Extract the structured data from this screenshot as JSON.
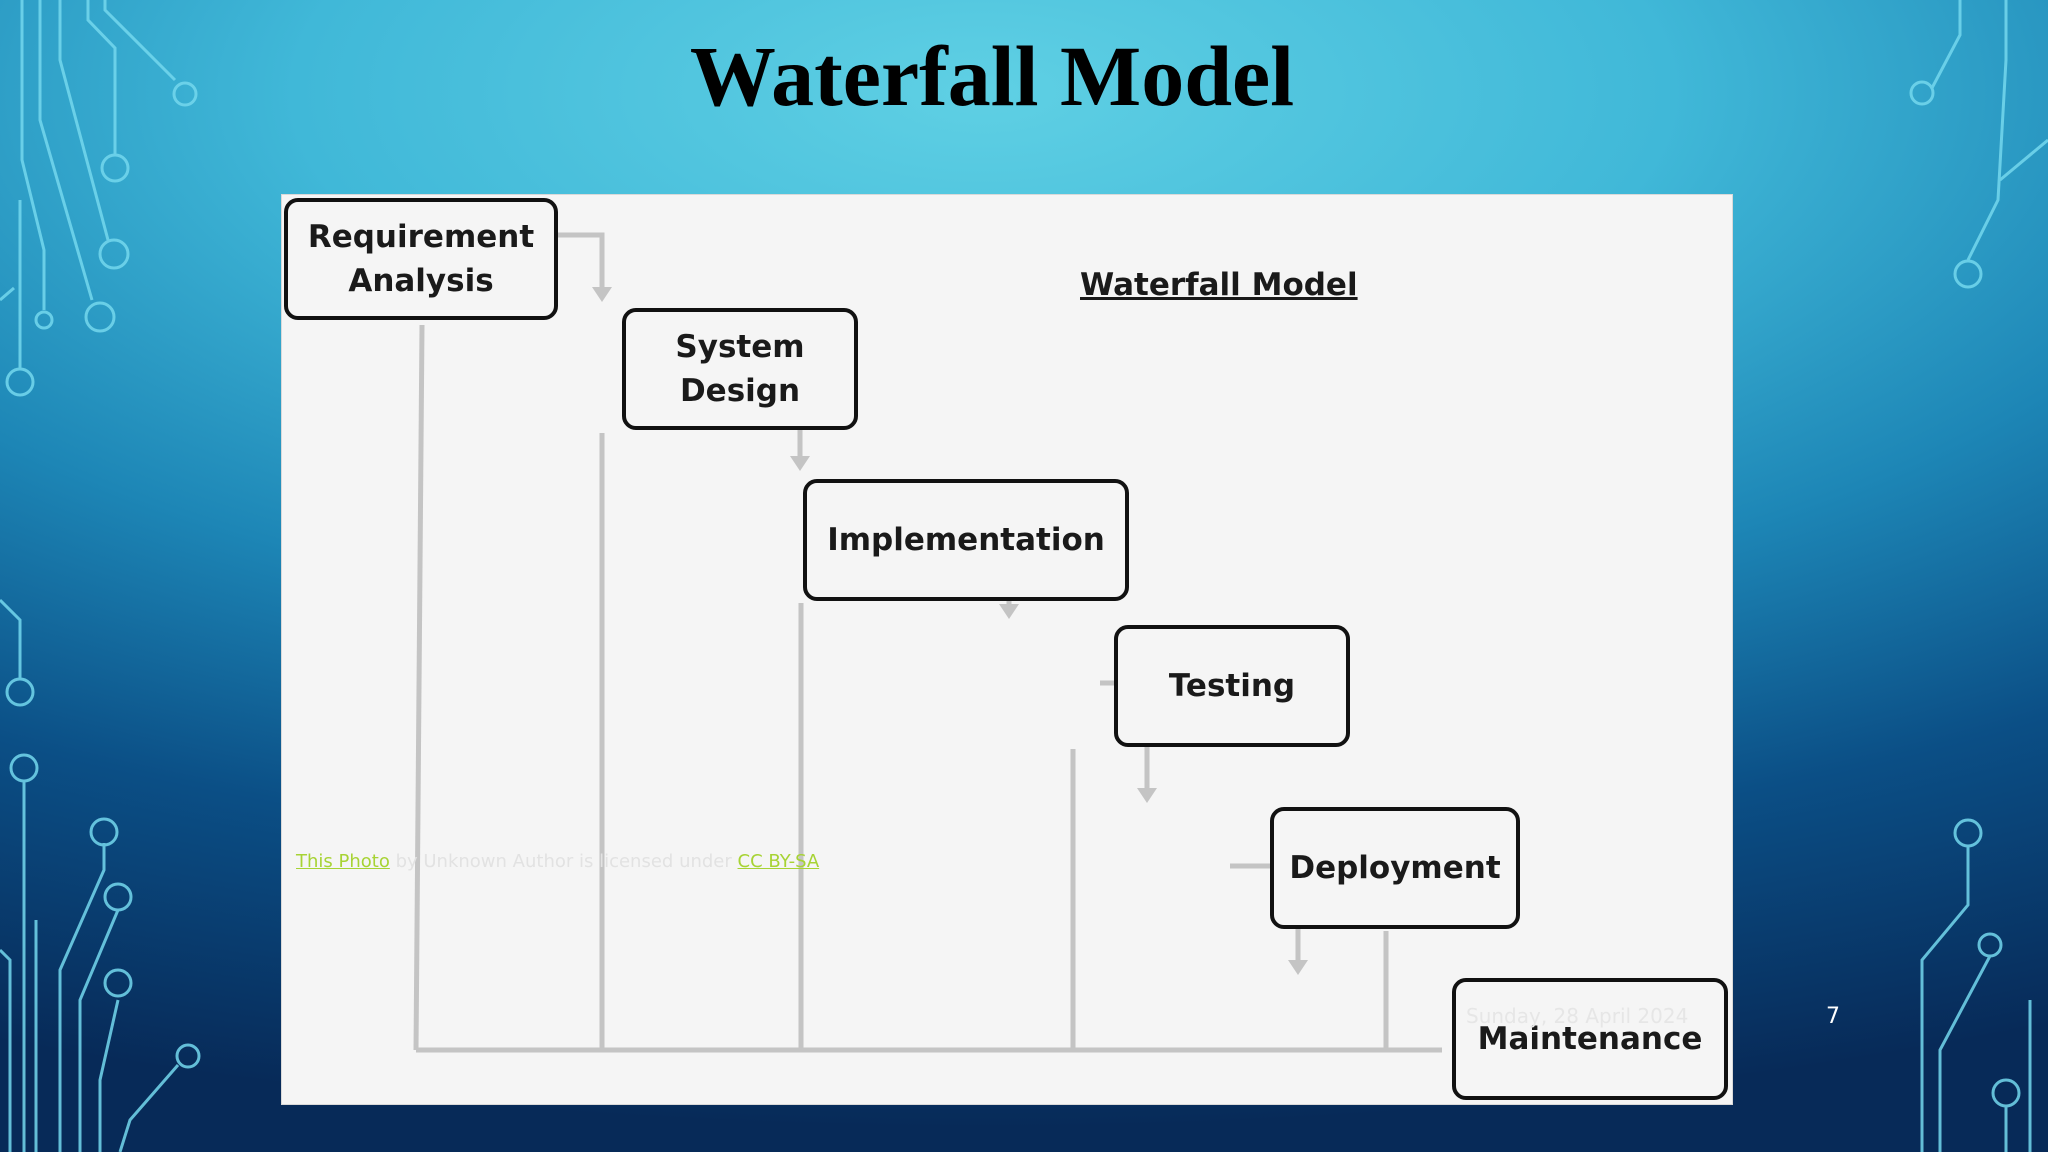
{
  "slide": {
    "title": "Waterfall Model",
    "page_number": "7",
    "date": "Sunday, 28 April 2024"
  },
  "diagram": {
    "title": "Waterfall Model",
    "stages": [
      {
        "label": "Requirement\nAnalysis"
      },
      {
        "label": "System\nDesign"
      },
      {
        "label": "Implementation"
      },
      {
        "label": "Testing"
      },
      {
        "label": "Deployment"
      },
      {
        "label": "Maintenance"
      }
    ]
  },
  "attribution": {
    "photo_link": "This Photo",
    "by_text": " by Unknown Author is licensed under ",
    "license_link": "CC BY-SA"
  },
  "colors": {
    "connector": "#c4c4c4",
    "link": "#a7d334",
    "circuit": "#6fd3ea"
  }
}
